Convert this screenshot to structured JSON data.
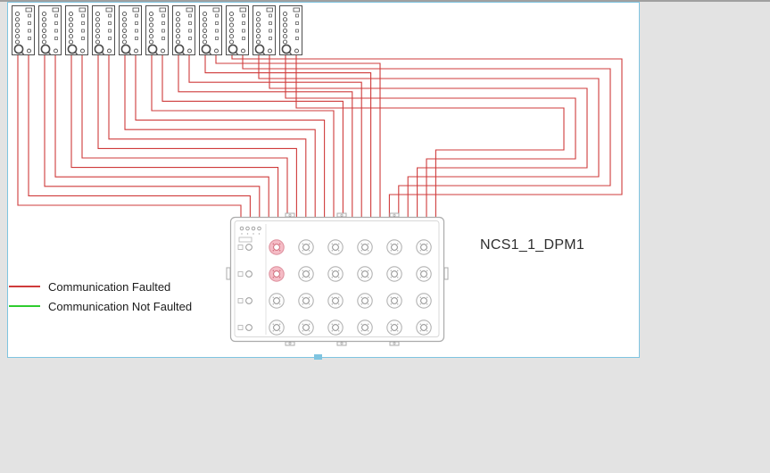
{
  "window": {
    "background": "#e3e3e3"
  },
  "canvas": {
    "border_color": "#7fc4e0"
  },
  "diagram": {
    "device_label": "NCS1_1_DPM1",
    "module_count": 11,
    "wires_per_module": 2,
    "faulted_connector_count": 2,
    "connector_grid": {
      "columns": 6,
      "rows": 4
    },
    "colors": {
      "wire_faulted": "#cf3b3b",
      "wire_ok": "#2ecc2e",
      "module_outline": "#4d4d4d",
      "device_outline": "#ababab",
      "device_inner_outline": "#d8d8d8",
      "connector_stroke": "#b3b3b3",
      "fault_highlight_fill": "#f5bcc6",
      "fault_highlight_stroke": "#df93a0",
      "fault_highlight_detail": "#cf6b7a"
    }
  },
  "legend": {
    "items": [
      {
        "label": "Communication Faulted",
        "color": "#cf3b3b"
      },
      {
        "label": "Communication Not Faulted",
        "color": "#2ecc2e"
      }
    ]
  }
}
